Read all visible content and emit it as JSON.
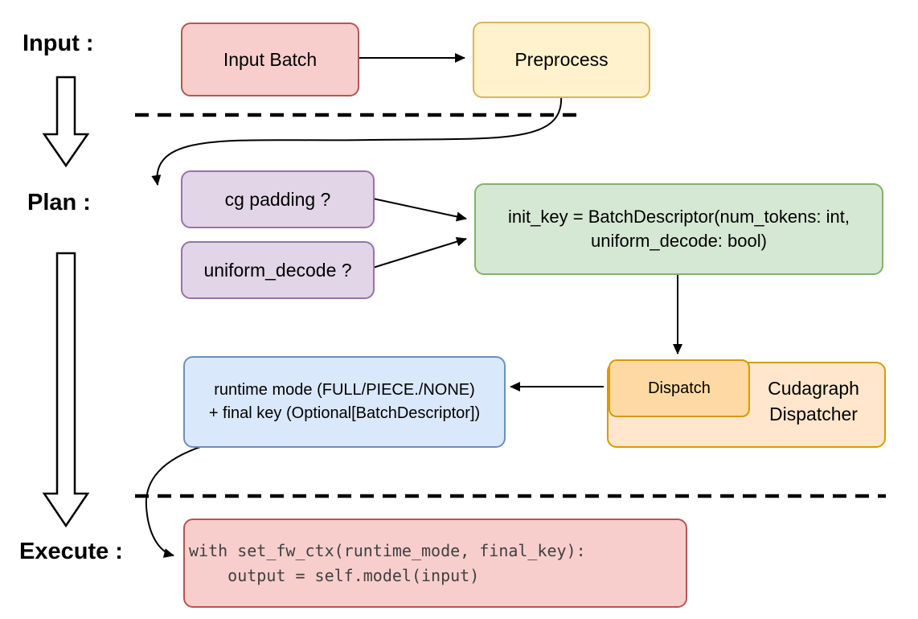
{
  "stages": {
    "input": "Input :",
    "plan": "Plan :",
    "execute": "Execute :"
  },
  "nodes": {
    "input_batch": {
      "label": "Input Batch"
    },
    "preprocess": {
      "label": "Preprocess"
    },
    "cg_padding": {
      "label": "cg padding ?"
    },
    "uniform_decode": {
      "label": "uniform_decode ?"
    },
    "init_key": {
      "line1": "init_key = BatchDescriptor(num_tokens: int,",
      "line2": "uniform_decode: bool)"
    },
    "dispatch": {
      "label": "Dispatch"
    },
    "cudagraph_dispatcher": {
      "label": "Cudagraph Dispatcher"
    },
    "runtime_mode": {
      "line1": "runtime mode (FULL/PIECE./NONE)",
      "line2": "+ final key (Optional[BatchDescriptor])"
    },
    "execute_code": {
      "line1": "with set_fw_ctx(runtime_mode, final_key):",
      "line2": "    output = self.model(input)"
    }
  },
  "colors": {
    "red_fill": "#f8cecc",
    "red_border": "#b85450",
    "yellow_fill": "#fff2cc",
    "yellow_border": "#d6b656",
    "purple_fill": "#e1d5e7",
    "purple_border": "#9673a6",
    "green_fill": "#d5e8d4",
    "green_border": "#82b366",
    "blue_fill": "#dae8fc",
    "blue_border": "#6c8ebf",
    "orange_fill": "#ffe6cc",
    "orange_inner_fill": "#ffd9a3",
    "orange_border": "#d79b00",
    "arrow": "#000000",
    "code_text": "#404040"
  }
}
